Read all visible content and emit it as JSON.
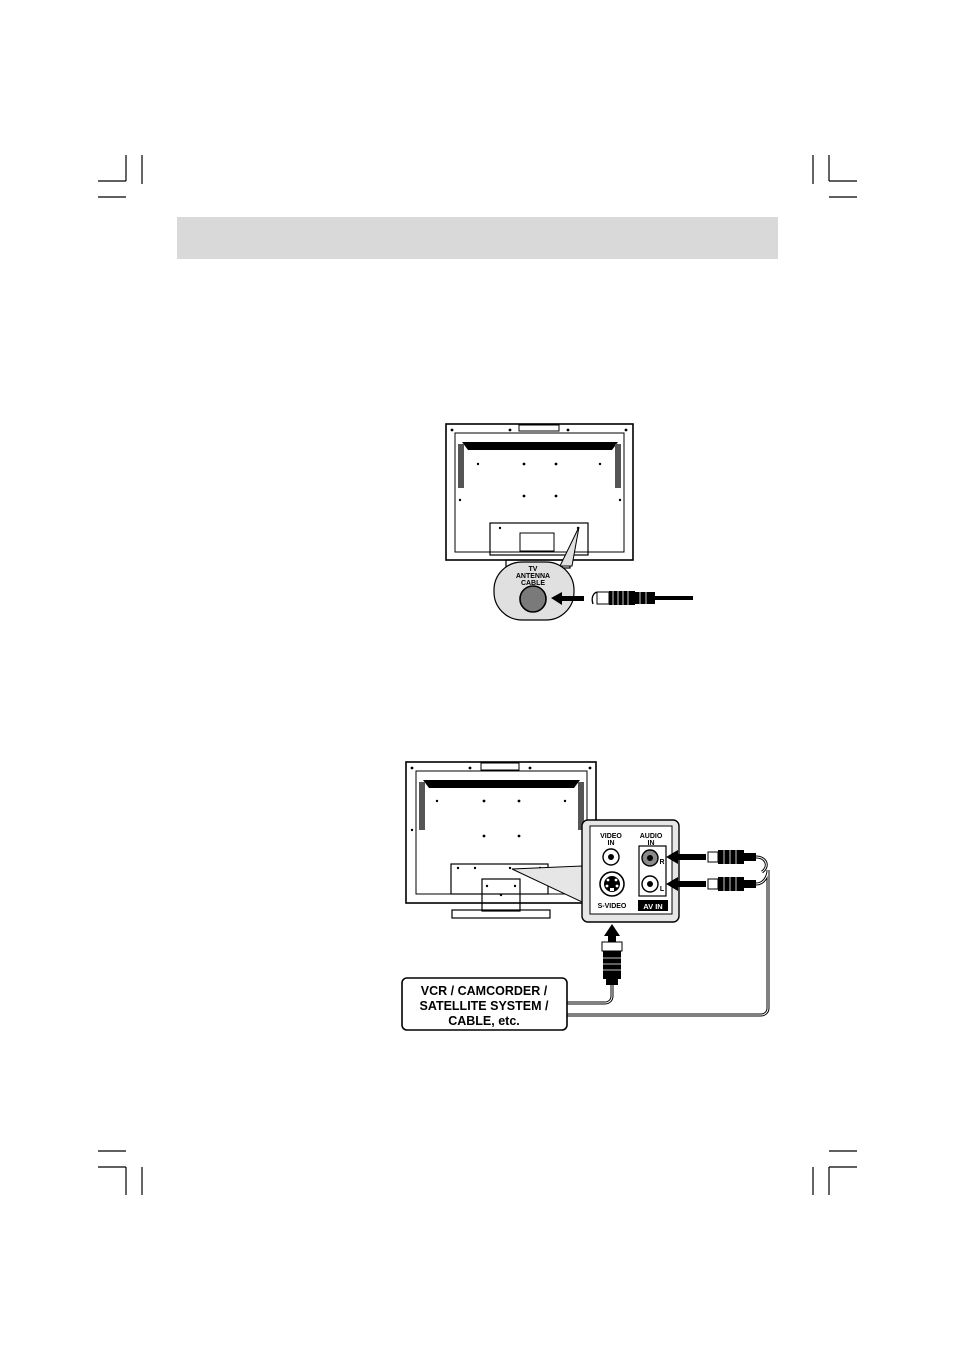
{
  "diagram_antenna": {
    "callout_label_line1": "TV",
    "callout_label_line2": "ANTENNA",
    "callout_label_line3": "CABLE"
  },
  "diagram_av": {
    "video_in_line1": "VIDEO",
    "video_in_line2": "IN",
    "audio_in_line1": "AUDIO",
    "audio_in_line2": "IN",
    "audio_r": "R",
    "audio_l": "L",
    "svideo": "S-VIDEO",
    "av_in": "AV IN",
    "source_line1": "VCR / CAMCORDER /",
    "source_line2": "SATELLITE SYSTEM /",
    "source_line3": "CABLE, etc."
  }
}
